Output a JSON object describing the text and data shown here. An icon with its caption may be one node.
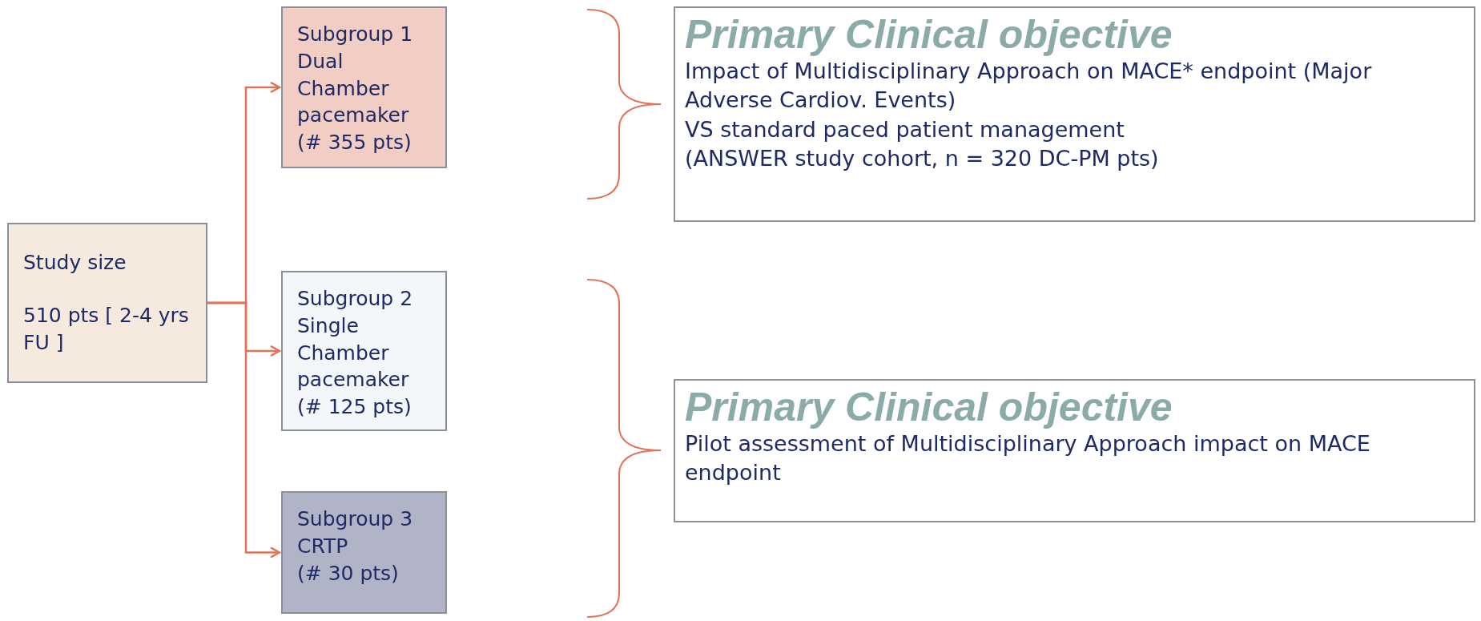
{
  "diagram": {
    "nodes": [
      {
        "text": [
          "Study size",
          "510 pts [ 2-4 yrs FU ]"
        ]
      },
      {
        "text": [
          "Subgroup 1",
          "Dual Chamber pacemaker",
          "(# 355 pts)"
        ]
      },
      {
        "text": [
          "Subgroup 2",
          "Single Chamber pacemaker",
          "(# 125 pts)"
        ]
      },
      {
        "text": [
          "Subgroup 3",
          "CRTP",
          "(# 30 pts)"
        ]
      },
      {
        "text": [
          "Primary Clinical objective",
          "Impact of Multidisciplinary Approach on MACE* endpoint (Major Adverse Cardiov. Events)",
          "VS standard paced patient management",
          "(ANSWER study cohort, n = 320 DC-PM pts)"
        ]
      },
      {
        "text": [
          "Primary Clinical objective",
          "Pilot assessment of Multidisciplinary Approach impact on MACE endpoint"
        ]
      }
    ],
    "edges": [
      {
        "from": 0,
        "to": 1,
        "arrow": "to"
      },
      {
        "from": 0,
        "to": 2,
        "arrow": "to"
      },
      {
        "from": 0,
        "to": 3,
        "arrow": "to"
      }
    ]
  }
}
